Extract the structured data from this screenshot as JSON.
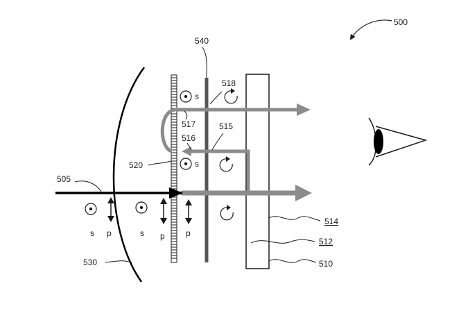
{
  "figure_number": "500",
  "components": {
    "input_beam": "505",
    "curved_element": "530",
    "reflective_polarizer": "520",
    "retarder_plate": "540",
    "element_510": "510",
    "element_512": "512",
    "element_514": "514"
  },
  "rays": {
    "ray_515": "515",
    "ray_516": "516",
    "ray_517": "517",
    "ray_518": "518"
  },
  "polarization": {
    "s": "s",
    "p": "p"
  },
  "colors": {
    "beam": "#000000",
    "gray_ray": "#8c8c8c",
    "line": "#1a1a1a"
  }
}
